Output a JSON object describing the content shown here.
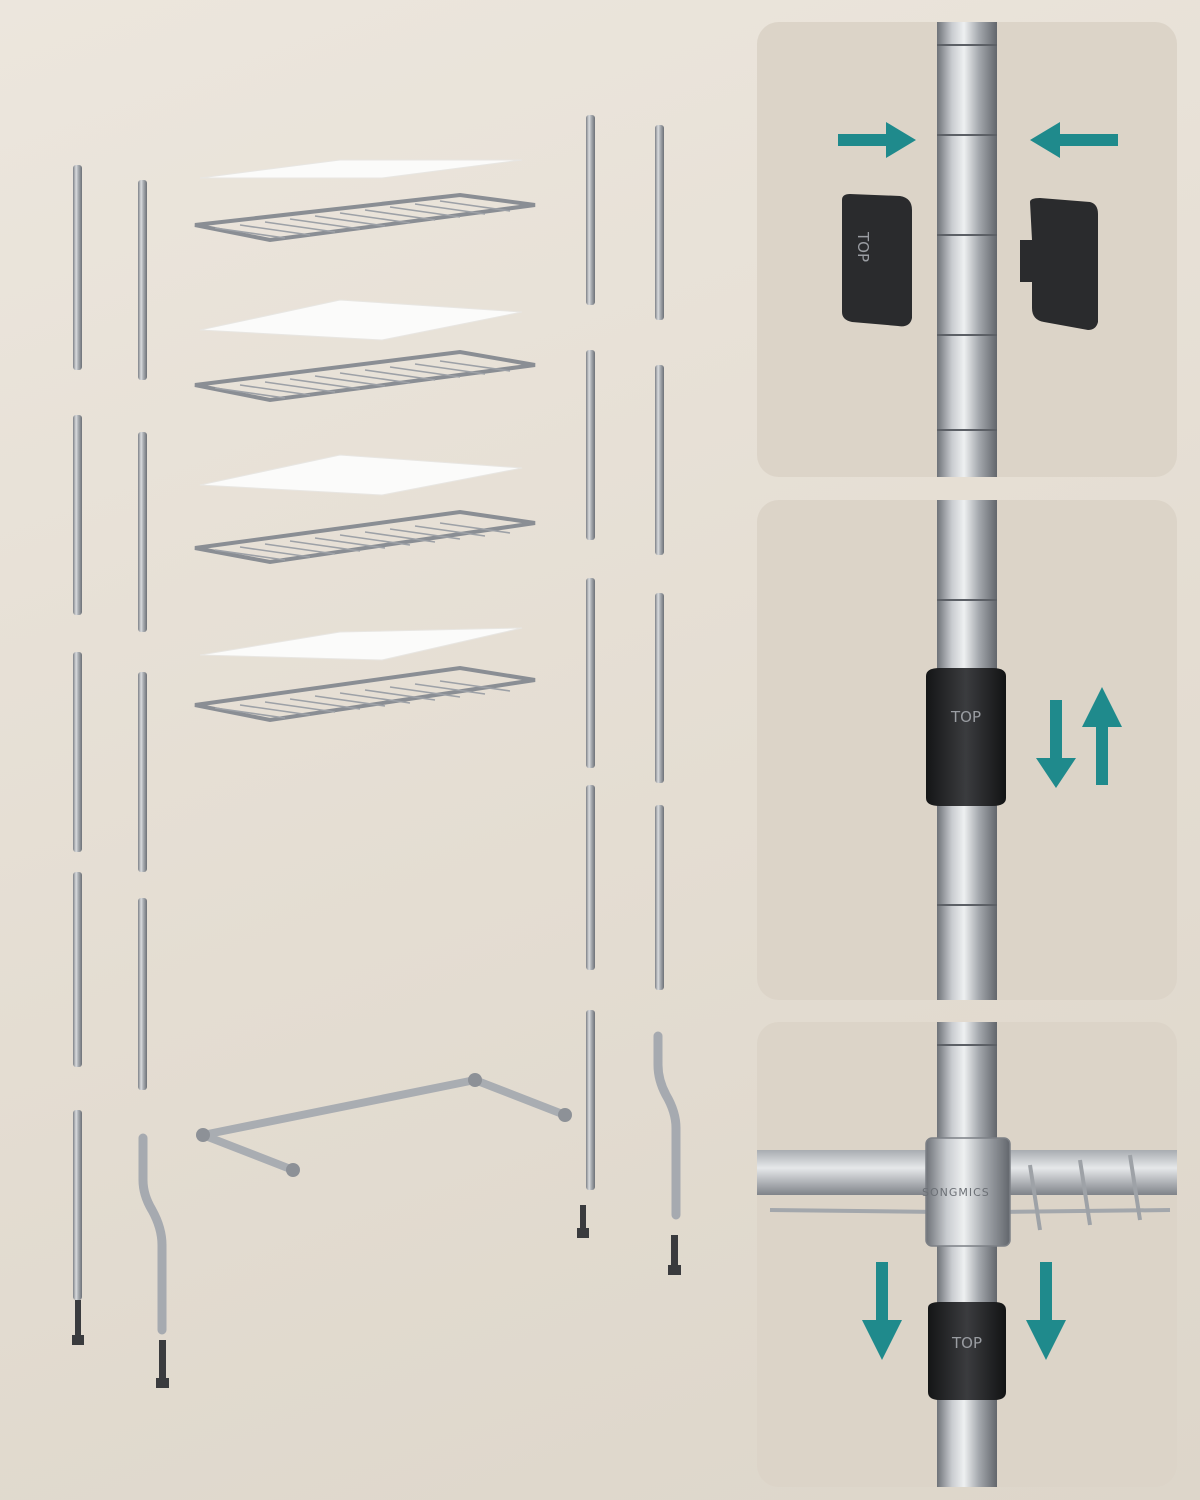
{
  "labels": {
    "clip_top_label": "TOP",
    "sleeve_top_label": "TOP",
    "sleeve_top_label_lower": "TOP",
    "collar_brand": "SONGMICS"
  },
  "colors": {
    "background": "#e6dfd4",
    "panel": "#dcd4c8",
    "arrow": "#1f8a8c",
    "sleeve": "#2a2b2d",
    "chrome": "#b9bcc1"
  },
  "icons": {
    "insert_arrows": "arrow-right-left-icon",
    "slide_arrows": "arrow-up-down-icon",
    "lock_arrows": "arrow-down-icon"
  }
}
